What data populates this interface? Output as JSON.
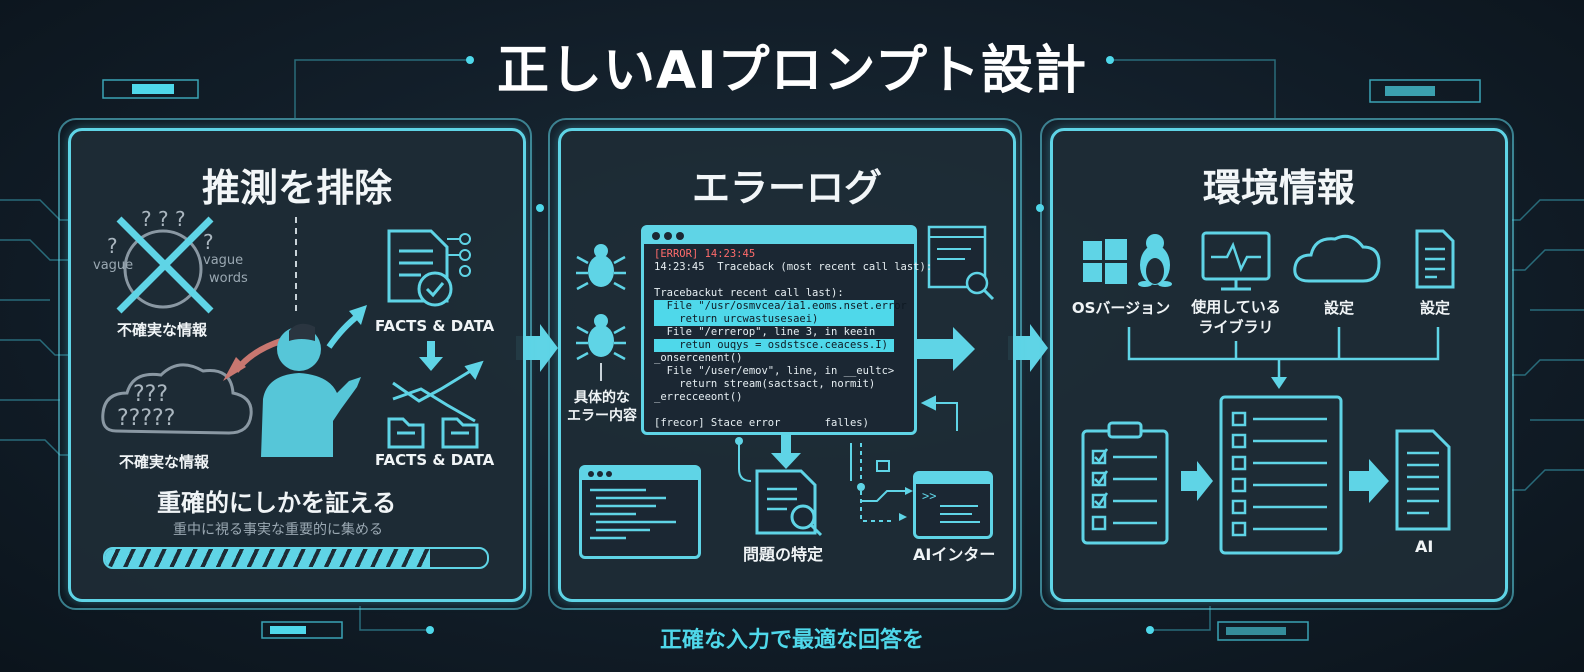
{
  "title": "正しいAIプロンプト設計",
  "footer": "正確な入力で最適な回答を",
  "panels": [
    {
      "title": "推測を排除",
      "vague_left": "vague",
      "vague_right_1": "vague",
      "vague_right_2": "words",
      "uncertain_label_1": "不確実な情報",
      "uncertain_label_2": "不確実な情報",
      "facts_label_1": "FACTS & DATA",
      "facts_label_2": "FACTS & DATA",
      "heading": "重確的にしかを証える",
      "subheading": "重中に視る事実な重要的に集める",
      "progress": 0.85
    },
    {
      "title": "エラーログ",
      "bug_label_1": "具体的な",
      "bug_label_2": "エラー内容",
      "log_lines": [
        "[ERROR] 14:23:45",
        "14:23:45  Traceback (most recent call last):",
        "",
        "Tracebackut recent call last):",
        "  File \"/usr/osmvcea/ia1.eoms.nset.error",
        "    return urcwastusesaei)",
        "  File \"/errerop\", line 3, in keein",
        "    retun ouqys = osdstsce.ceacess.I)",
        "_onsercenent()",
        "  File \"/user/emov\", line, in __eultc>",
        "    return stream(sactsact, normit)",
        "_errecceeont()",
        "",
        "[frecor] Stace error       falles)"
      ],
      "problem_label": "問題の特定",
      "ai_interface_label": "AIインター"
    },
    {
      "title": "環境情報",
      "items": [
        {
          "icon": "windows-linux-icon",
          "label": "OSバージョン"
        },
        {
          "icon": "monitor-icon",
          "label": "使用している",
          "label2": "ライブラリ"
        },
        {
          "icon": "cloud-icon",
          "label": "設定"
        },
        {
          "icon": "document-icon",
          "label": "設定"
        }
      ],
      "ai_label": "AI"
    }
  ],
  "colors": {
    "accent": "#4fd8ea",
    "panel_border": "#5fd4e6",
    "background": "#0f1a24",
    "error": "#ff6b6b",
    "arrow_red": "#c87770"
  }
}
